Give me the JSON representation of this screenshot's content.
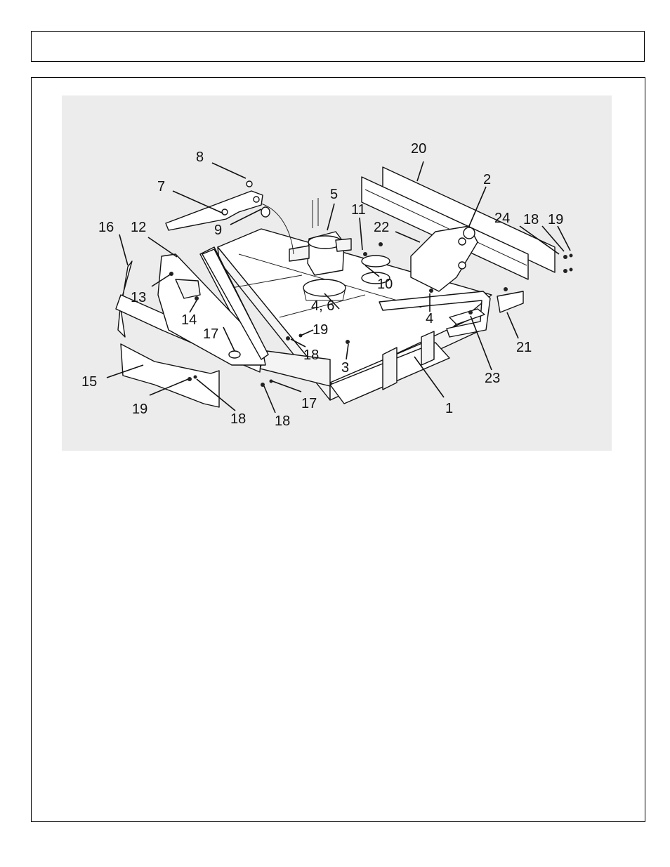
{
  "header": {
    "title": ""
  },
  "diagram": {
    "callouts": {
      "c1": "1",
      "c2": "2",
      "c3": "3",
      "c4a": "4",
      "c4_6": "4, 6",
      "c5": "5",
      "c7": "7",
      "c8": "8",
      "c9": "9",
      "c10": "10",
      "c11": "11",
      "c12": "12",
      "c13": "13",
      "c14": "14",
      "c15": "15",
      "c16": "16",
      "c17a": "17",
      "c17b": "17",
      "c18a": "18",
      "c18b": "18",
      "c18c": "18",
      "c18d": "18",
      "c19a": "19",
      "c19b": "19",
      "c19c": "19",
      "c20": "20",
      "c21": "21",
      "c22": "22",
      "c23": "23",
      "c24": "24"
    }
  }
}
